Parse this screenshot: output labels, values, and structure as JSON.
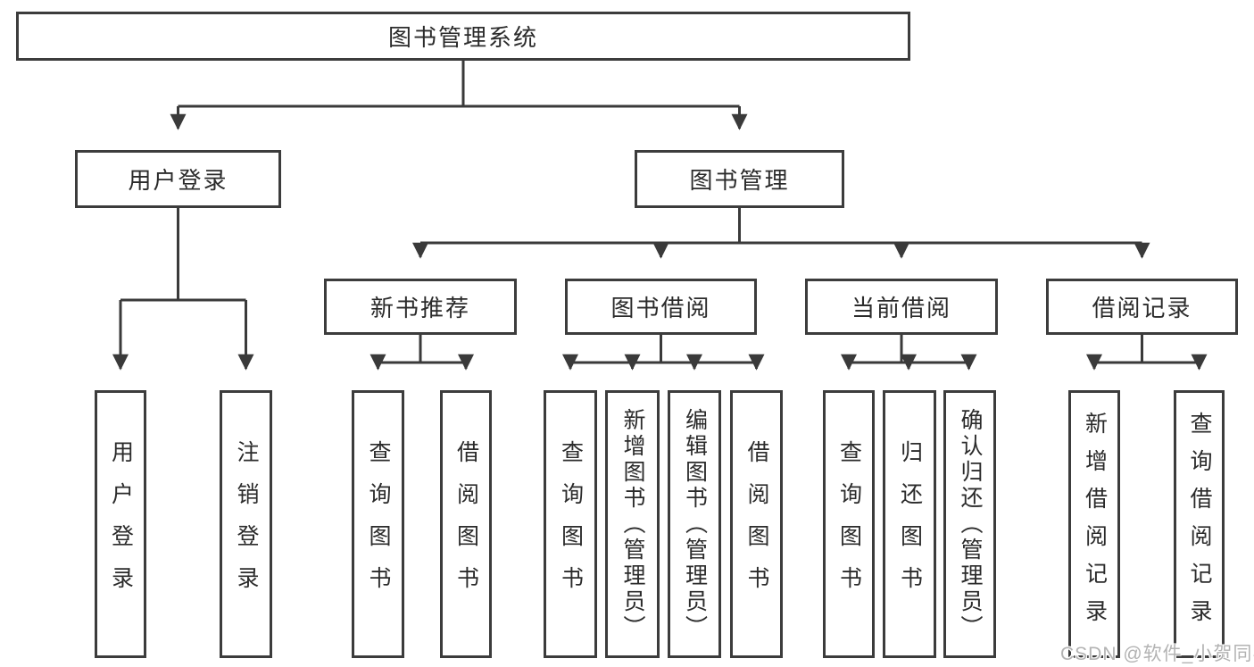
{
  "tree": {
    "label": "图书管理系统",
    "children": [
      {
        "label": "用户登录",
        "children": [
          {
            "label": "用户登录"
          },
          {
            "label": "注销登录"
          }
        ]
      },
      {
        "label": "图书管理",
        "children": [
          {
            "label": "新书推荐",
            "children": [
              {
                "label": "查询图书"
              },
              {
                "label": "借阅图书"
              }
            ]
          },
          {
            "label": "图书借阅",
            "children": [
              {
                "label": "查询图书"
              },
              {
                "label": "新增图书（管理员）"
              },
              {
                "label": "编辑图书（管理员）"
              },
              {
                "label": "借阅图书"
              }
            ]
          },
          {
            "label": "当前借阅",
            "children": [
              {
                "label": "查询图书"
              },
              {
                "label": "归还图书"
              },
              {
                "label": "确认归还（管理员）"
              }
            ]
          },
          {
            "label": "借阅记录",
            "children": [
              {
                "label": "新增借阅记录"
              },
              {
                "label": "查询借阅记录"
              }
            ]
          }
        ]
      }
    ]
  },
  "watermark": "CSDN @软件_小贺同学",
  "colors": {
    "line": "#3a3a3a",
    "box_border": "#3c3c3c",
    "box_fill": "#ffffff",
    "text": "#2b2b2b",
    "watermark": "#b3b3b3"
  }
}
